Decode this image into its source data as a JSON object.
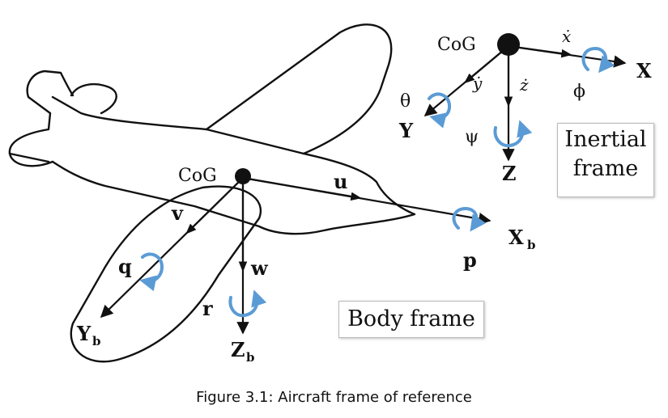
{
  "body_frame": {
    "cog_label": "CoG",
    "u_label": "u",
    "v_label": "v",
    "w_label": "w",
    "p_label": "p",
    "q_label": "q",
    "r_label": "r",
    "xb_main": "X",
    "xb_sub": "b",
    "yb_main": "Y",
    "yb_sub": "b",
    "zb_main": "Z",
    "zb_sub": "b",
    "title": "Body frame"
  },
  "inertial_frame": {
    "cog_label": "CoG",
    "x_label": "X",
    "y_label": "Y",
    "z_label": "Z",
    "xdot_label": "ẋ",
    "ydot_label": "ẏ",
    "zdot_label": "ż",
    "phi_label": "ϕ",
    "theta_label": "θ",
    "psi_label": "ψ",
    "title_line1": "Inertial",
    "title_line2": "frame"
  },
  "caption": "Figure 3.1: Aircraft frame of reference",
  "colors": {
    "rotation_arrow": "#5b9bd5",
    "ink": "#111111"
  }
}
